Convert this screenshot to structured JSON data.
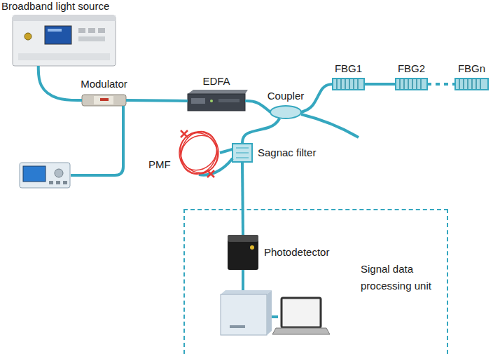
{
  "diagram": {
    "nodes": [
      {
        "text": [
          "Broadband light source"
        ]
      },
      {
        "text": [
          "Modulator"
        ]
      },
      {
        "text": [
          "EDFA"
        ]
      },
      {
        "text": [
          "Coupler"
        ]
      },
      {
        "text": [
          "FBG1"
        ]
      },
      {
        "text": [
          "FBG2"
        ]
      },
      {
        "text": [
          "FBGn"
        ]
      },
      {
        "text": [
          "PMF"
        ]
      },
      {
        "text": [
          "Sagnac filter"
        ]
      },
      {
        "text": [
          "Signal data processing unit"
        ]
      },
      {
        "text": [
          "Photodetector"
        ],
        "in": 9
      }
    ],
    "edges": [
      {
        "from": 0,
        "to": 1,
        "arrow": "none"
      },
      {
        "from": 1,
        "to": 2,
        "arrow": "none"
      },
      {
        "from": 2,
        "to": 3,
        "arrow": "none"
      },
      {
        "from": 3,
        "to": 4,
        "arrow": "none"
      },
      {
        "from": 4,
        "to": 5,
        "arrow": "none"
      },
      {
        "from": 5,
        "to": 6,
        "arrow": "none"
      },
      {
        "from": 3,
        "to": 8,
        "arrow": "none"
      },
      {
        "from": 8,
        "to": 7,
        "arrow": "none"
      },
      {
        "from": 8,
        "to": 10,
        "arrow": "none"
      }
    ]
  }
}
